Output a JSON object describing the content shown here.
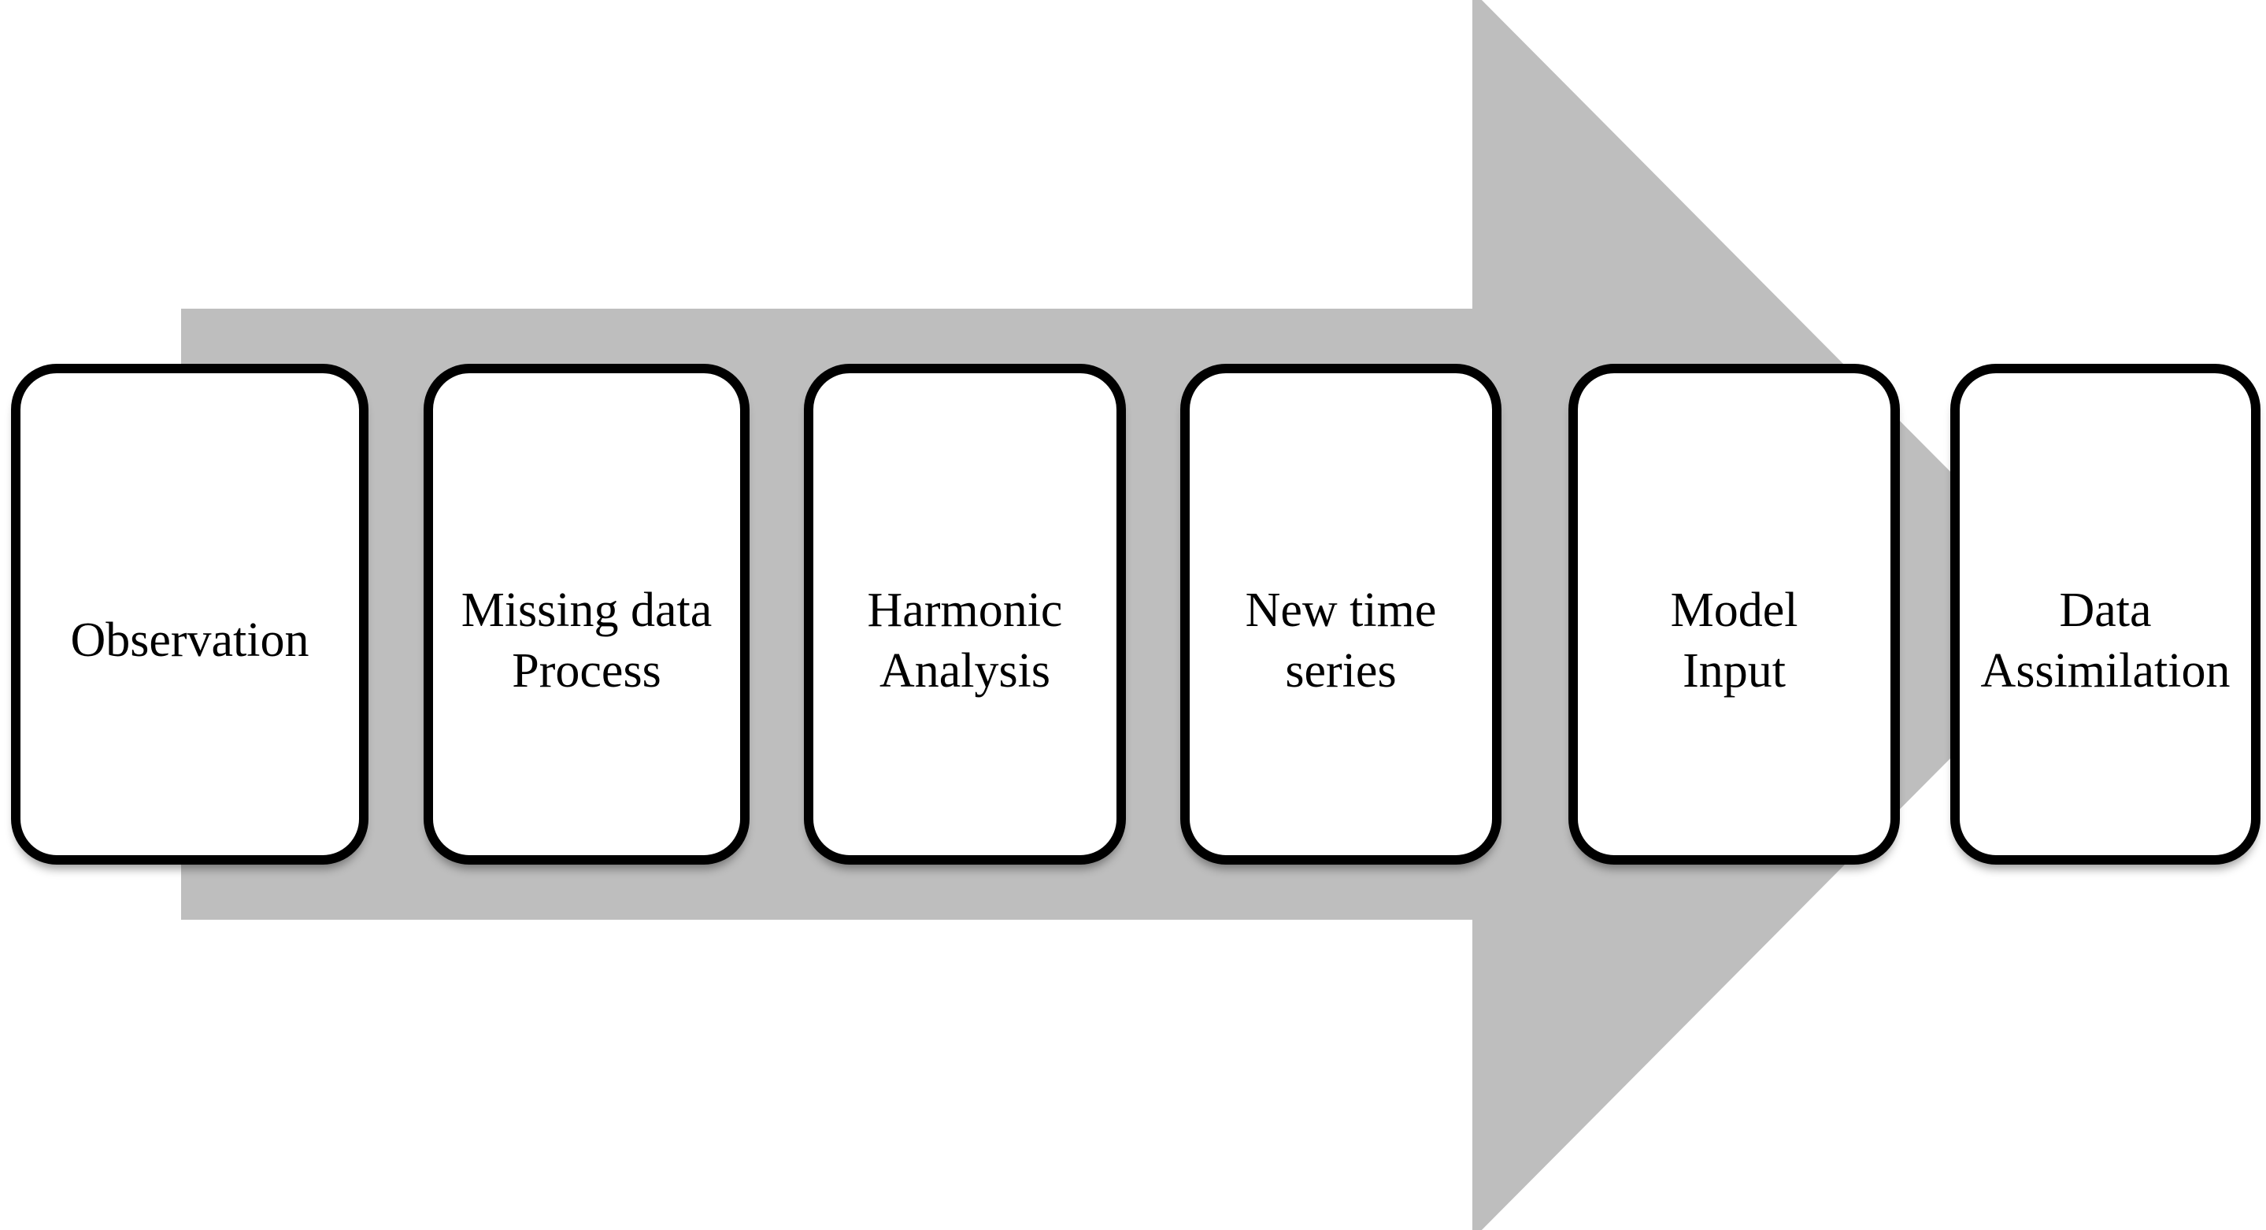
{
  "diagram": {
    "type": "process-flow",
    "direction": "left-to-right",
    "arrow_color": "#bebebe",
    "box_fill_color": "#ffffff",
    "box_border_color": "#000000",
    "text_color": "#000000",
    "steps": [
      {
        "id": "observation",
        "label": "Observation"
      },
      {
        "id": "missing-data-process",
        "label": "Missing data\nProcess"
      },
      {
        "id": "harmonic-analysis",
        "label": "Harmonic\nAnalysis"
      },
      {
        "id": "new-time-series",
        "label": "New time\nseries"
      },
      {
        "id": "model-input",
        "label": "Model\nInput"
      },
      {
        "id": "data-assimilation",
        "label": "Data\nAssimilation"
      }
    ]
  }
}
